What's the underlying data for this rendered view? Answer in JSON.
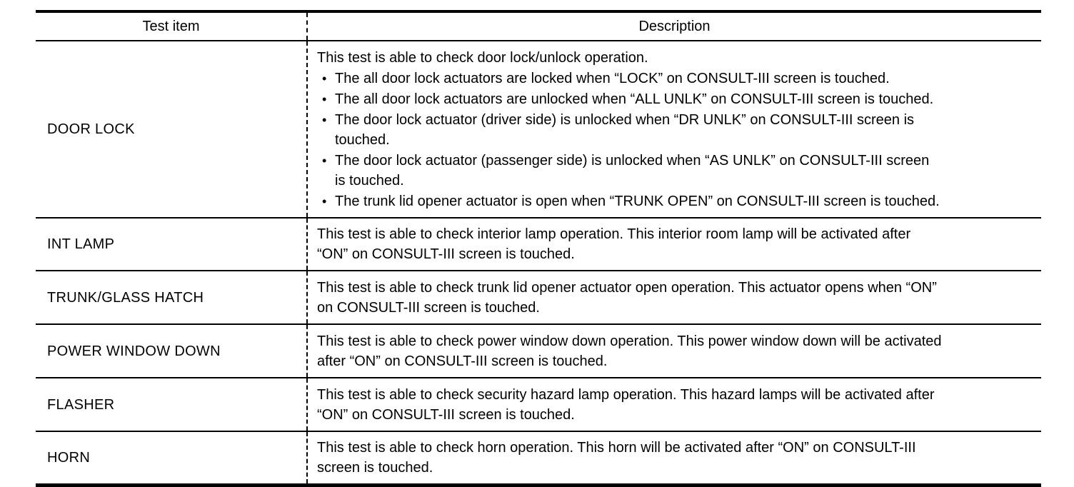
{
  "table": {
    "headers": {
      "test_item": "Test item",
      "description": "Description"
    },
    "rows": [
      {
        "item": "DOOR LOCK",
        "intro": "This test is able to check door lock/unlock operation.",
        "bullets": [
          "The all door lock actuators are locked when “LOCK” on CONSULT-III screen is touched.",
          "The all door lock actuators are unlocked when “ALL UNLK” on CONSULT-III screen is touched.",
          "The door lock actuator (driver side) is unlocked when “DR UNLK” on CONSULT-III screen is\ntouched.",
          "The door lock actuator (passenger side) is unlocked when “AS UNLK” on CONSULT-III screen\nis touched.",
          "The trunk lid opener actuator is open when “TRUNK OPEN” on CONSULT-III screen is touched."
        ]
      },
      {
        "item": "INT LAMP",
        "intro": "This test is able to check interior lamp operation. This interior room lamp will be activated after\n“ON” on CONSULT-III screen is touched.",
        "bullets": []
      },
      {
        "item": "TRUNK/GLASS HATCH",
        "intro": "This test is able to check trunk lid opener actuator open operation. This actuator opens when “ON”\non CONSULT-III screen is touched.",
        "bullets": []
      },
      {
        "item": "POWER WINDOW DOWN",
        "intro": "This test is able to check power window down operation. This power window down will be activated\nafter “ON” on CONSULT-III screen is touched.",
        "bullets": []
      },
      {
        "item": "FLASHER",
        "intro": "This test is able to check security hazard lamp operation. This hazard lamps will be activated after\n“ON” on CONSULT-III screen is touched.",
        "bullets": []
      },
      {
        "item": "HORN",
        "intro": "This test is able to check horn operation. This horn will be activated after “ON” on CONSULT-III\nscreen is touched.",
        "bullets": []
      }
    ],
    "colors": {
      "border": "#000000",
      "text": "#000000",
      "background": "#ffffff"
    }
  }
}
